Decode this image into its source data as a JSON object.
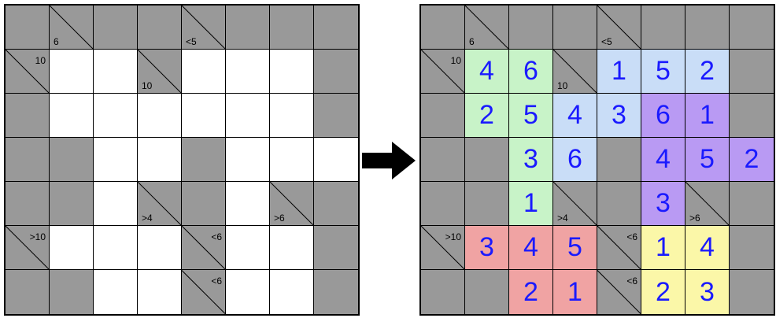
{
  "colors": {
    "shaded": "#999999",
    "white": "#ffffff",
    "digit": "#1a1aff",
    "green": "#c8f3c8",
    "blue": "#c9ddf7",
    "purple": "#b99af3",
    "red": "#f0a3a3",
    "yellow": "#fbf7a8"
  },
  "arrow_icon": "right-arrow-icon",
  "puzzle": {
    "rows": 7,
    "cols": 8,
    "cells": [
      [
        {
          "t": "g"
        },
        {
          "t": "g",
          "diag": true,
          "bl": "6"
        },
        {
          "t": "g"
        },
        {
          "t": "g"
        },
        {
          "t": "g",
          "diag": true,
          "bl": "<5"
        },
        {
          "t": "g"
        },
        {
          "t": "g"
        },
        {
          "t": "g"
        }
      ],
      [
        {
          "t": "g",
          "diag": true,
          "tr": "10"
        },
        {
          "t": "w"
        },
        {
          "t": "w"
        },
        {
          "t": "g",
          "diag": true,
          "bl": "10"
        },
        {
          "t": "w"
        },
        {
          "t": "w"
        },
        {
          "t": "w"
        },
        {
          "t": "g"
        }
      ],
      [
        {
          "t": "g"
        },
        {
          "t": "w"
        },
        {
          "t": "w"
        },
        {
          "t": "w"
        },
        {
          "t": "w"
        },
        {
          "t": "w"
        },
        {
          "t": "w"
        },
        {
          "t": "g"
        }
      ],
      [
        {
          "t": "g"
        },
        {
          "t": "g"
        },
        {
          "t": "w"
        },
        {
          "t": "w"
        },
        {
          "t": "g"
        },
        {
          "t": "w"
        },
        {
          "t": "w"
        },
        {
          "t": "w"
        }
      ],
      [
        {
          "t": "g"
        },
        {
          "t": "g"
        },
        {
          "t": "w"
        },
        {
          "t": "g",
          "diag": true,
          "bl": ">4"
        },
        {
          "t": "g"
        },
        {
          "t": "w"
        },
        {
          "t": "g",
          "diag": true,
          "bl": ">6"
        },
        {
          "t": "g"
        }
      ],
      [
        {
          "t": "g",
          "diag": true,
          "tr": ">10"
        },
        {
          "t": "w"
        },
        {
          "t": "w"
        },
        {
          "t": "w"
        },
        {
          "t": "g",
          "diag": true,
          "tr": "<6"
        },
        {
          "t": "w"
        },
        {
          "t": "w"
        },
        {
          "t": "g"
        }
      ],
      [
        {
          "t": "g"
        },
        {
          "t": "g"
        },
        {
          "t": "w"
        },
        {
          "t": "w"
        },
        {
          "t": "g",
          "diag": true,
          "tr": "<6"
        },
        {
          "t": "w"
        },
        {
          "t": "w"
        },
        {
          "t": "g"
        }
      ]
    ]
  },
  "solution": {
    "rows": 7,
    "cols": 8,
    "cells": [
      [
        {
          "t": "g"
        },
        {
          "t": "g",
          "diag": true,
          "bl": "6"
        },
        {
          "t": "g"
        },
        {
          "t": "g"
        },
        {
          "t": "g",
          "diag": true,
          "bl": "<5"
        },
        {
          "t": "g"
        },
        {
          "t": "g"
        },
        {
          "t": "g"
        }
      ],
      [
        {
          "t": "g",
          "diag": true,
          "tr": "10"
        },
        {
          "t": "green",
          "n": "4"
        },
        {
          "t": "green",
          "n": "6"
        },
        {
          "t": "g",
          "diag": true,
          "bl": "10"
        },
        {
          "t": "blue",
          "n": "1"
        },
        {
          "t": "blue",
          "n": "5"
        },
        {
          "t": "blue",
          "n": "2"
        },
        {
          "t": "g"
        }
      ],
      [
        {
          "t": "g"
        },
        {
          "t": "green",
          "n": "2"
        },
        {
          "t": "green",
          "n": "5"
        },
        {
          "t": "blue",
          "n": "4"
        },
        {
          "t": "blue",
          "n": "3"
        },
        {
          "t": "purple",
          "n": "6"
        },
        {
          "t": "purple",
          "n": "1"
        },
        {
          "t": "g"
        }
      ],
      [
        {
          "t": "g"
        },
        {
          "t": "g"
        },
        {
          "t": "green",
          "n": "3"
        },
        {
          "t": "blue",
          "n": "6"
        },
        {
          "t": "g"
        },
        {
          "t": "purple",
          "n": "4"
        },
        {
          "t": "purple",
          "n": "5"
        },
        {
          "t": "purple",
          "n": "2"
        }
      ],
      [
        {
          "t": "g"
        },
        {
          "t": "g"
        },
        {
          "t": "green",
          "n": "1"
        },
        {
          "t": "g",
          "diag": true,
          "bl": ">4"
        },
        {
          "t": "g"
        },
        {
          "t": "purple",
          "n": "3"
        },
        {
          "t": "g",
          "diag": true,
          "bl": ">6"
        },
        {
          "t": "g"
        }
      ],
      [
        {
          "t": "g",
          "diag": true,
          "tr": ">10"
        },
        {
          "t": "red",
          "n": "3"
        },
        {
          "t": "red",
          "n": "4"
        },
        {
          "t": "red",
          "n": "5"
        },
        {
          "t": "g",
          "diag": true,
          "tr": "<6"
        },
        {
          "t": "yellow",
          "n": "1"
        },
        {
          "t": "yellow",
          "n": "4"
        },
        {
          "t": "g"
        }
      ],
      [
        {
          "t": "g"
        },
        {
          "t": "g"
        },
        {
          "t": "red",
          "n": "2"
        },
        {
          "t": "red",
          "n": "1"
        },
        {
          "t": "g",
          "diag": true,
          "tr": "<6"
        },
        {
          "t": "yellow",
          "n": "2"
        },
        {
          "t": "yellow",
          "n": "3"
        },
        {
          "t": "g"
        }
      ]
    ]
  }
}
